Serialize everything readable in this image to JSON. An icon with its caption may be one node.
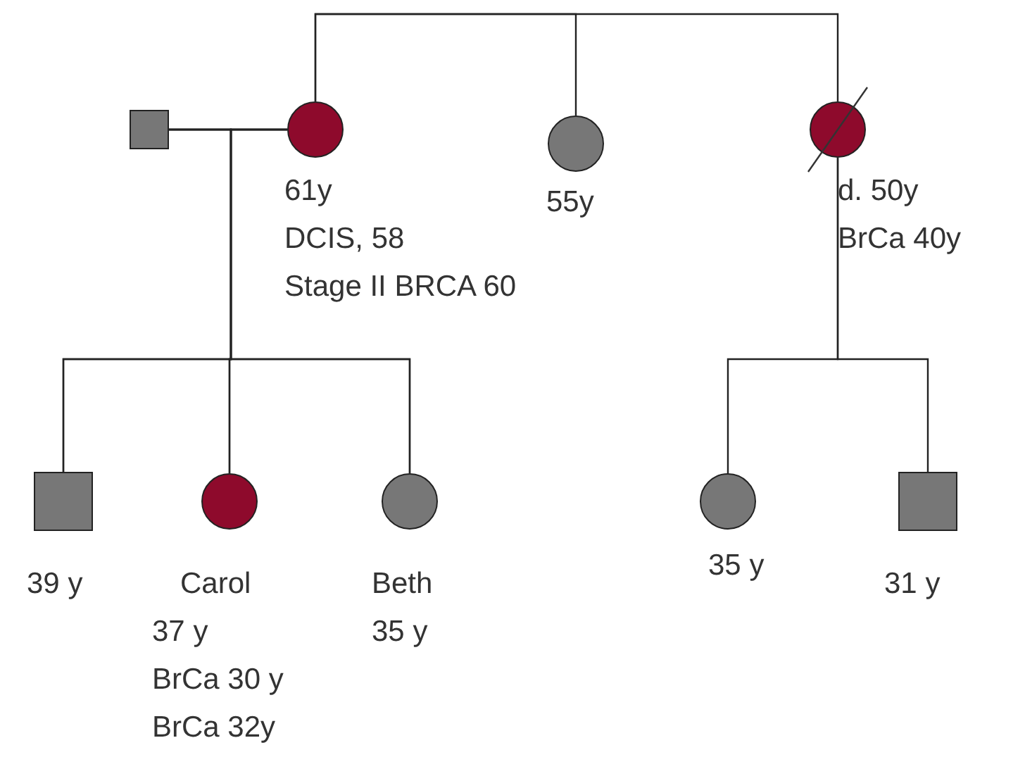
{
  "diagram": {
    "nodes": [
      {
        "text": [],
        "shape": "box"
      },
      {
        "text": [],
        "shape": "circle",
        "beside": [
          "61y",
          "DCIS, 58",
          "Stage II BRCA 60"
        ]
      },
      {
        "text": [],
        "shape": "circle",
        "beside": [
          "55y"
        ]
      },
      {
        "text": [],
        "shape": "circle",
        "beside": [
          "d. 50y",
          "BrCa 40y"
        ]
      },
      {
        "text": [],
        "shape": "box",
        "beside": [
          "39 y"
        ]
      },
      {
        "text": [],
        "shape": "circle",
        "beside": [
          "Carol",
          "37 y",
          "BrCa 30 y",
          "BrCa 32y"
        ]
      },
      {
        "text": [],
        "shape": "circle",
        "beside": [
          "Beth",
          "35 y"
        ]
      },
      {
        "text": [],
        "shape": "circle",
        "beside": [
          "35 y"
        ]
      },
      {
        "text": [],
        "shape": "box",
        "beside": [
          "31 y"
        ]
      }
    ],
    "edges": [
      {
        "from": 0,
        "to": 1,
        "arrow": "none"
      },
      {
        "from": 1,
        "to": 2,
        "arrow": "none"
      },
      {
        "from": 1,
        "to": 3,
        "arrow": "none"
      },
      {
        "from": 0,
        "to": 4,
        "arrow": "none"
      },
      {
        "from": 0,
        "to": 5,
        "arrow": "none"
      },
      {
        "from": 0,
        "to": 6,
        "arrow": "none"
      },
      {
        "from": 1,
        "to": 4,
        "arrow": "none"
      },
      {
        "from": 1,
        "to": 5,
        "arrow": "none"
      },
      {
        "from": 1,
        "to": 6,
        "arrow": "none"
      },
      {
        "from": 3,
        "to": 7,
        "arrow": "none"
      },
      {
        "from": 3,
        "to": 8,
        "arrow": "none"
      }
    ]
  }
}
